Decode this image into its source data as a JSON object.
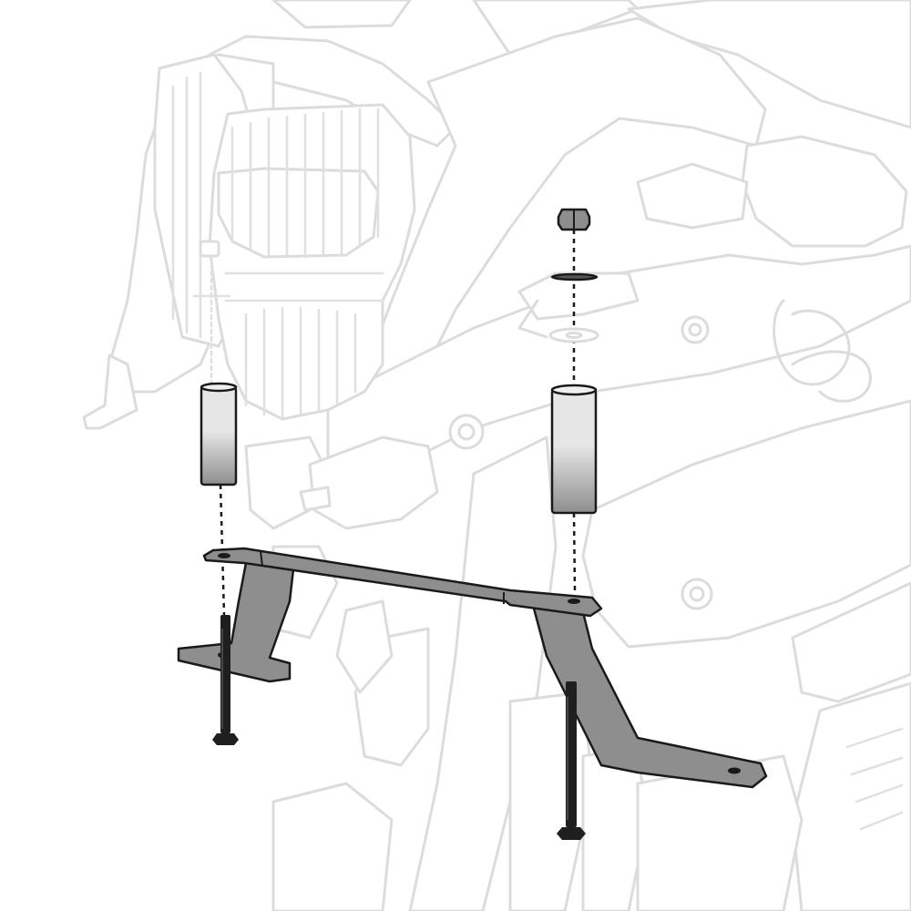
{
  "diagram": {
    "kind": "exploded-assembly-illustration",
    "background_color": "#ffffff",
    "ghost_outline_color": "#dcdcdc",
    "part_fill_color": "#8e8e8e",
    "part_outline_color": "#1a1a1a",
    "bolt_color": "#1f1f1f",
    "spacer_gradient": [
      "#e6e6e6",
      "#8e8e8e"
    ],
    "components": [
      {
        "id": "mounting-bracket",
        "count": 1
      },
      {
        "id": "spacer",
        "count": 2
      },
      {
        "id": "bolt",
        "count": 2
      },
      {
        "id": "nut",
        "count": 1
      },
      {
        "id": "lock-washer",
        "count": 1
      },
      {
        "id": "flat-washer",
        "count": 1
      }
    ],
    "visible_text": []
  }
}
